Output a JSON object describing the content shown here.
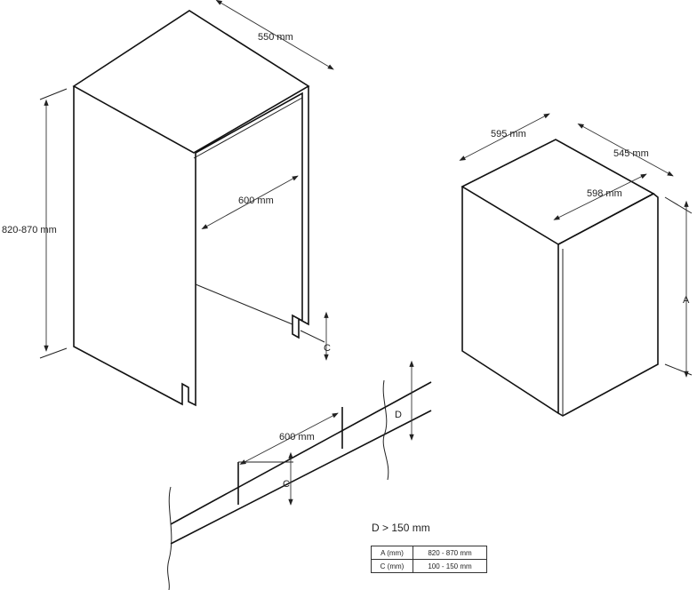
{
  "cabinet_dims": {
    "depth": "550 mm",
    "height": "820-870 mm",
    "width_opening": "600 mm",
    "plinth": "C"
  },
  "appliance_dims": {
    "width": "595 mm",
    "depth": "545 mm",
    "door_width": "598 mm",
    "height": "A"
  },
  "plinth_detail": {
    "width": "600 mm",
    "c_label": "C",
    "d_label": "D",
    "d_condition": "D > 150 mm"
  },
  "spec_table": [
    {
      "key": "A (mm)",
      "value": "820 - 870 mm"
    },
    {
      "key": "C (mm)",
      "value": "100 - 150 mm"
    }
  ]
}
